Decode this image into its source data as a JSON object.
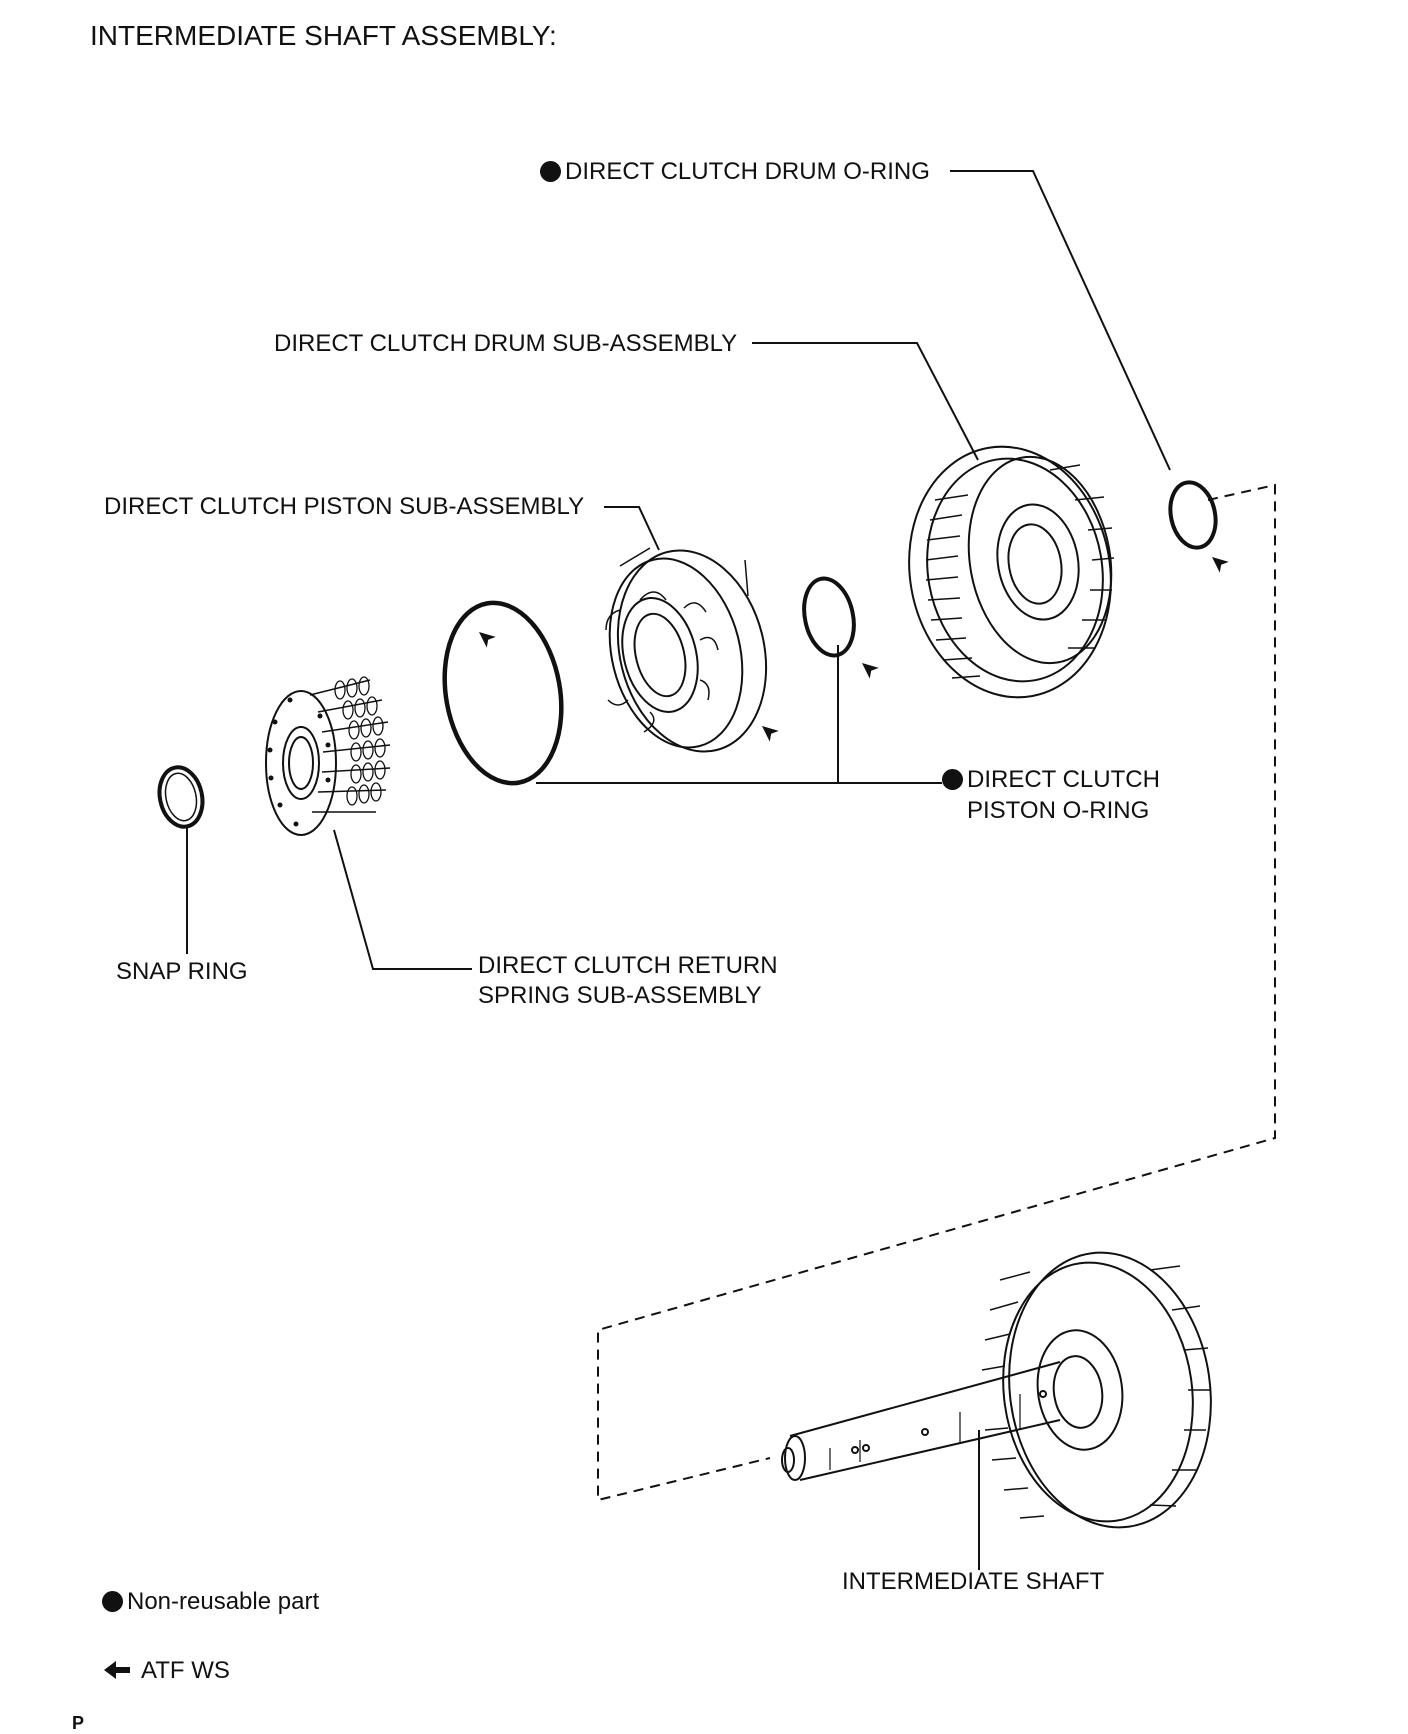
{
  "title": "INTERMEDIATE SHAFT ASSEMBLY:",
  "callouts": {
    "drum_o_ring": "DIRECT CLUTCH DRUM O-RING",
    "drum_sub_assembly": "DIRECT CLUTCH DRUM SUB-ASSEMBLY",
    "piston_sub_assembly": "DIRECT CLUTCH PISTON SUB-ASSEMBLY",
    "piston_o_ring_line1": "DIRECT CLUTCH",
    "piston_o_ring_line2": "PISTON O-RING",
    "snap_ring": "SNAP RING",
    "return_spring_line1": "DIRECT CLUTCH RETURN",
    "return_spring_line2": "SPRING SUB-ASSEMBLY",
    "intermediate_shaft": "INTERMEDIATE SHAFT"
  },
  "legend": {
    "non_reusable": "Non-reusable part",
    "atf_ws": "ATF WS"
  },
  "corner_mark": "P",
  "colors": {
    "ink": "#111111",
    "paper": "#ffffff"
  },
  "icons": {
    "non_reusable": "filled-circle-icon",
    "atf": "arrow-left-icon"
  }
}
